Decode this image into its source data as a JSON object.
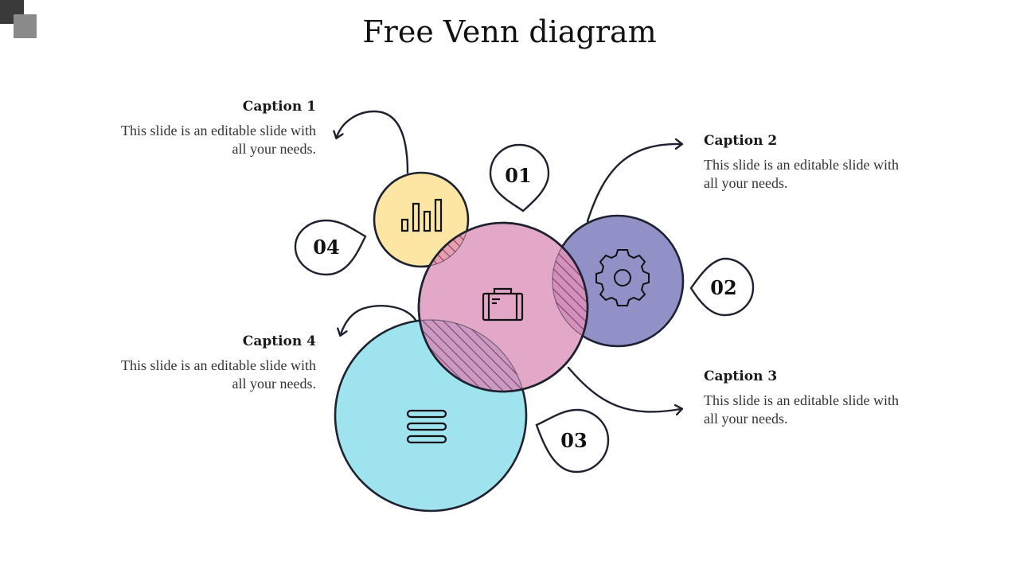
{
  "title": "Free Venn diagram",
  "colors": {
    "yellow": "#fde6a4",
    "pink": "#e3a8c8",
    "purple": "#9191c8",
    "cyan": "#9fe3ef",
    "outline": "#1e2230",
    "hatch": "#8a3a6e"
  },
  "markers": [
    "01",
    "02",
    "03",
    "04"
  ],
  "captions": [
    {
      "title": "Caption 1",
      "body": "This slide is an editable slide with all your needs."
    },
    {
      "title": "Caption 2",
      "body": "This slide is an editable slide with all your needs."
    },
    {
      "title": "Caption 3",
      "body": "This slide is an editable slide with all your needs."
    },
    {
      "title": "Caption 4",
      "body": "This slide is an editable slide with all your needs."
    }
  ],
  "icons": {
    "yellow": "bar-chart-icon",
    "pink": "briefcase-icon",
    "purple": "gear-icon",
    "cyan": "menu-lines-icon"
  }
}
